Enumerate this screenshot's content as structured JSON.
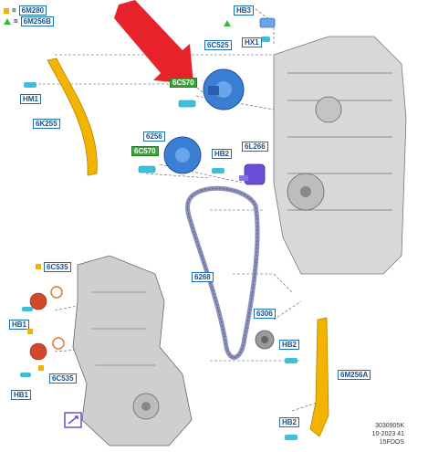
{
  "legend": [
    {
      "symbol": "square",
      "code": "6M280"
    },
    {
      "symbol": "triangle",
      "code": "6M256B"
    }
  ],
  "labels": {
    "hb3": "HB3",
    "hx1": "HX1",
    "c6c525": "6C525",
    "c6c570_top": "6C570",
    "hm1": "HM1",
    "c6k255": "6K255",
    "c6256": "6256",
    "c6c570_mid": "6C570",
    "hb2_mid": "HB2",
    "c6l266": "6L266",
    "c6c535_top": "6C535",
    "hb1_top": "HB1",
    "hb1_bot": "HB1",
    "c6c535_bot": "6C535",
    "c6268": "6268",
    "c6306": "6306",
    "hb2_lower": "HB2",
    "c6m256a": "6M256A",
    "hb2_bottom": "HB2"
  },
  "reference": {
    "line1": "3030905K",
    "line2": "10-2023 41",
    "line3": "15FDOS"
  },
  "colors": {
    "label_border": "#1c6fb3",
    "label_green": "#3aa33a",
    "guide_yellow": "#f2b400",
    "gear_blue": "#3a7fd4",
    "sensor_purple": "#6a4fd6",
    "pump_red": "#d3482a",
    "chain_gray": "#8c8fb8",
    "arrow_red": "#e8222a",
    "bolt_cyan": "#3ec0d8"
  }
}
